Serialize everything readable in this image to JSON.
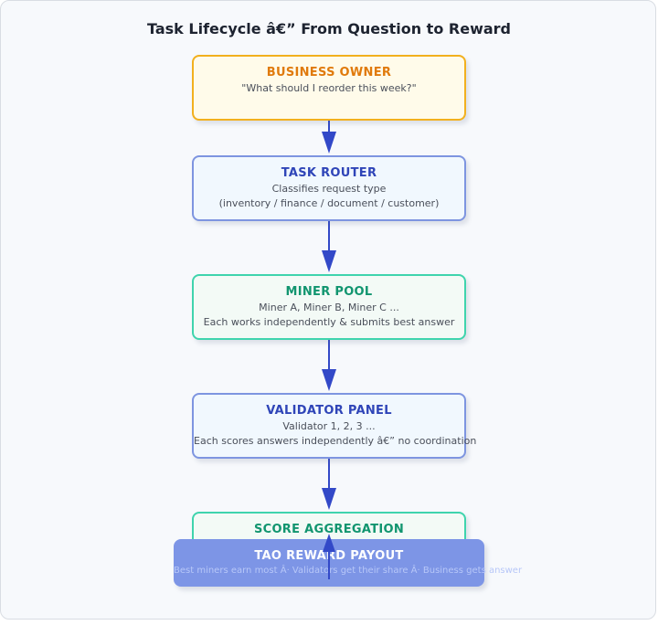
{
  "title": "Task Lifecycle â€” From Question to Reward",
  "colors": {
    "arrow": "#3349c8",
    "owner_border": "#f2b01e",
    "owner_title": "#e07a0c",
    "blue_border": "#7e95e0",
    "blue_title": "#2f45b8",
    "green_border": "#3fd4ad",
    "green_title": "#11956f",
    "payout_fill": "#7d95e6"
  },
  "nodes": {
    "owner": {
      "name": "BUSINESS OWNER",
      "line1": "\"What should I reorder this week?\""
    },
    "router": {
      "name": "TASK ROUTER",
      "line1": "Classifies request type",
      "line2": "(inventory / finance / document / customer)"
    },
    "miner": {
      "name": "MINER POOL",
      "line1": "Miner A, Miner B, Miner C ...",
      "line2": "Each works independently & submits best answer"
    },
    "validator": {
      "name": "VALIDATOR PANEL",
      "line1": "Validator 1, 2, 3 ...",
      "line2": "Each scores answers independently â€” no coordination"
    },
    "aggregation": {
      "name": "SCORE AGGREGATION"
    },
    "payout": {
      "name": "TAO REWARD PAYOUT",
      "line1": "Best miners earn most Â· Validators get their share Â· Business gets answer"
    }
  }
}
